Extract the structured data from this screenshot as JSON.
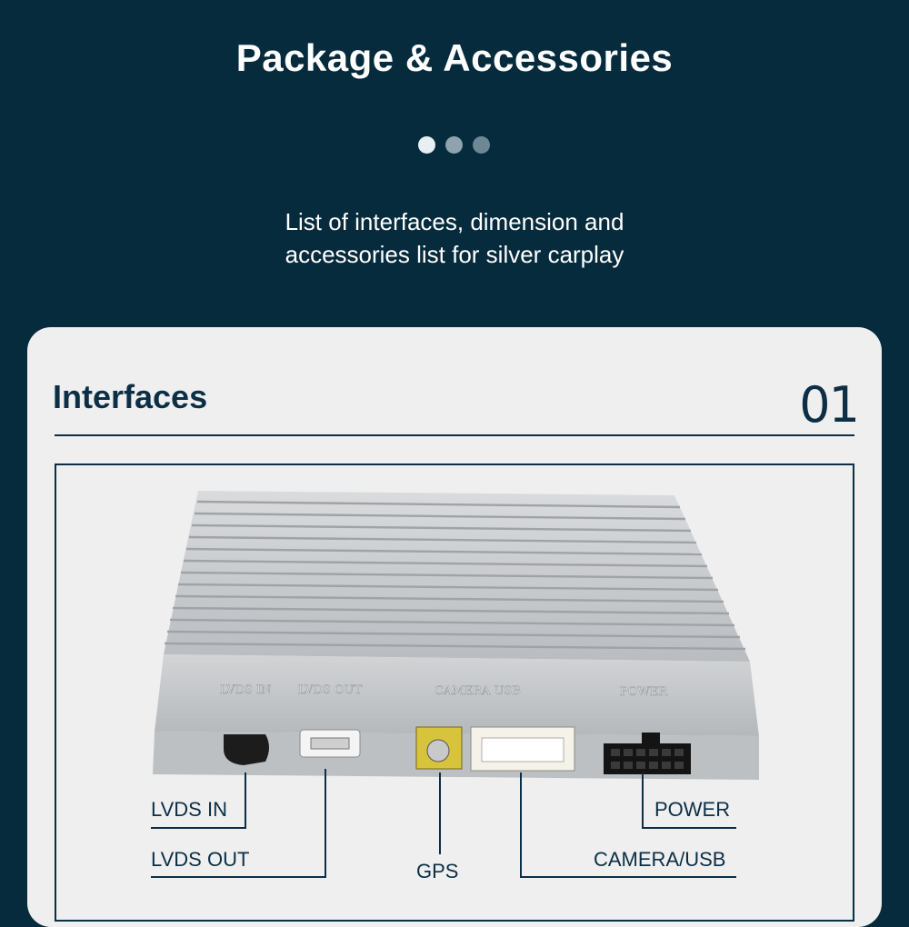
{
  "header": {
    "title": "Package & Accessories",
    "subtitle_line1": "List of interfaces, dimension and",
    "subtitle_line2": "accessories list for silver carplay",
    "pager_dots": [
      {
        "color": "#e8eef2",
        "active": true
      },
      {
        "color": "#8ea3ae",
        "active": false
      },
      {
        "color": "#6d8794",
        "active": false
      }
    ]
  },
  "section": {
    "title": "Interfaces",
    "number": "01"
  },
  "device": {
    "panel_labels": [
      "LVDS IN",
      "LVDS OUT",
      "CAMERA USB",
      "POWER"
    ]
  },
  "callouts": {
    "lvds_in": "LVDS IN",
    "lvds_out": "LVDS OUT",
    "gps": "GPS",
    "power": "POWER",
    "camera_usb": "CAMERA/USB"
  },
  "colors": {
    "background": "#062b3d",
    "card": "#efefef",
    "accent": "#0c2f46"
  }
}
